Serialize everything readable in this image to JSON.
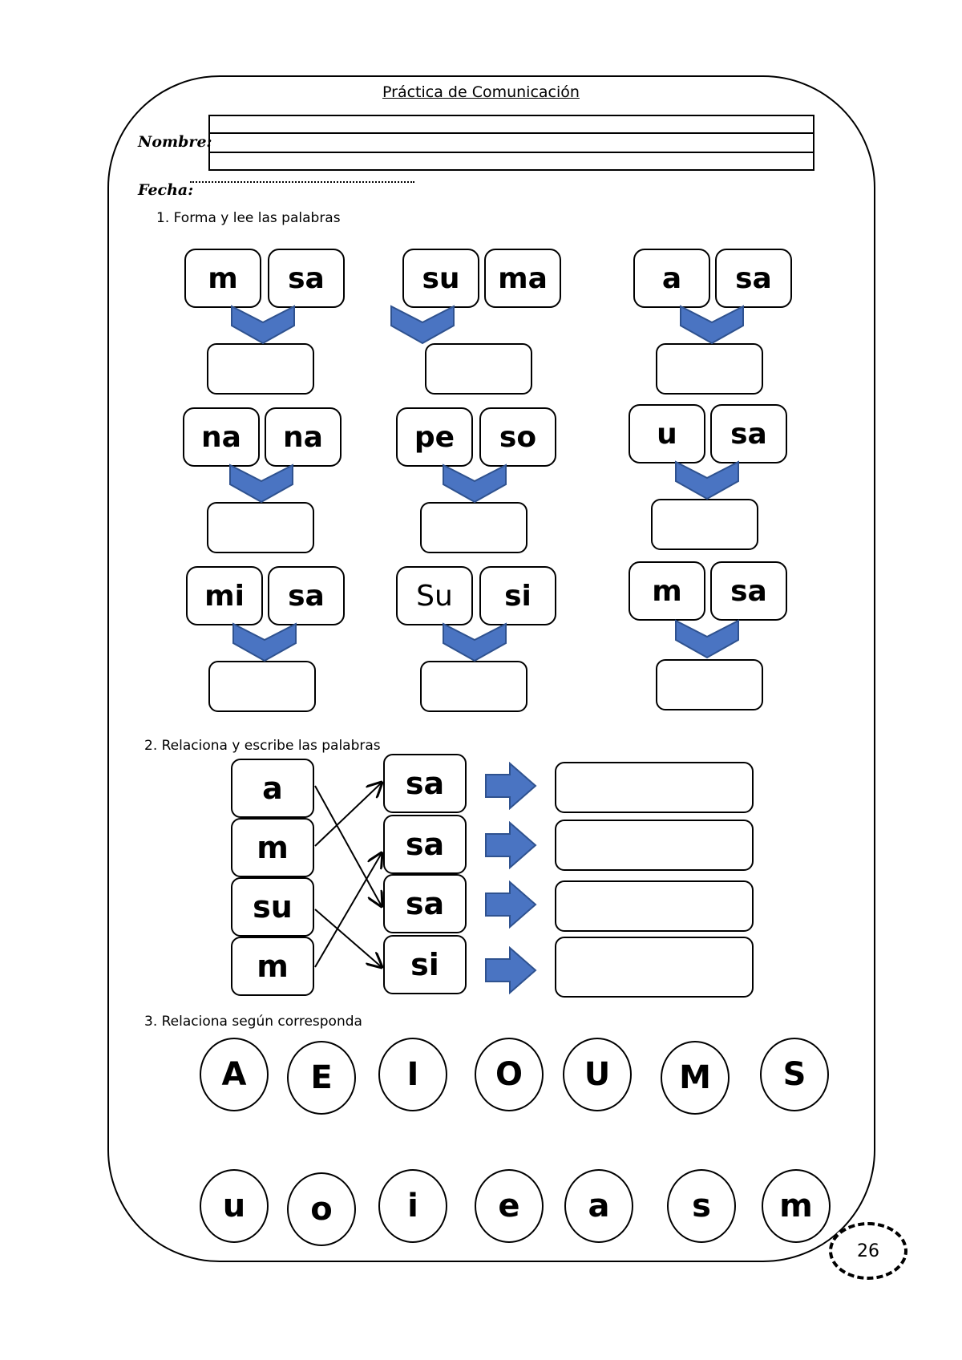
{
  "header": {
    "title": "Práctica de Comunicación",
    "name_label": "Nombre:",
    "date_label": "Fecha:"
  },
  "section1": {
    "heading": "1.    Forma y lee las palabras",
    "pairs": [
      [
        "m",
        "sa"
      ],
      [
        "su",
        "ma"
      ],
      [
        "a",
        "sa"
      ],
      [
        "na",
        "na"
      ],
      [
        "pe",
        "so"
      ],
      [
        "u",
        "sa"
      ],
      [
        "mi",
        "sa"
      ],
      [
        "Su",
        "si"
      ],
      [
        "m",
        "sa"
      ]
    ]
  },
  "section2": {
    "heading": "2.    Relaciona y escribe las palabras",
    "left": [
      "a",
      "m",
      "su",
      "m"
    ],
    "right": [
      "sa",
      "sa",
      "sa",
      "si"
    ]
  },
  "section3": {
    "heading": "3.    Relaciona según corresponda",
    "upper": [
      "A",
      "E",
      "I",
      "O",
      "U",
      "M",
      "S"
    ],
    "lower": [
      "u",
      "o",
      "i",
      "e",
      "a",
      "s",
      "m"
    ]
  },
  "colors": {
    "arrow_fill": "#4a74c2",
    "arrow_stroke": "#2f528f"
  },
  "page_number": "26"
}
